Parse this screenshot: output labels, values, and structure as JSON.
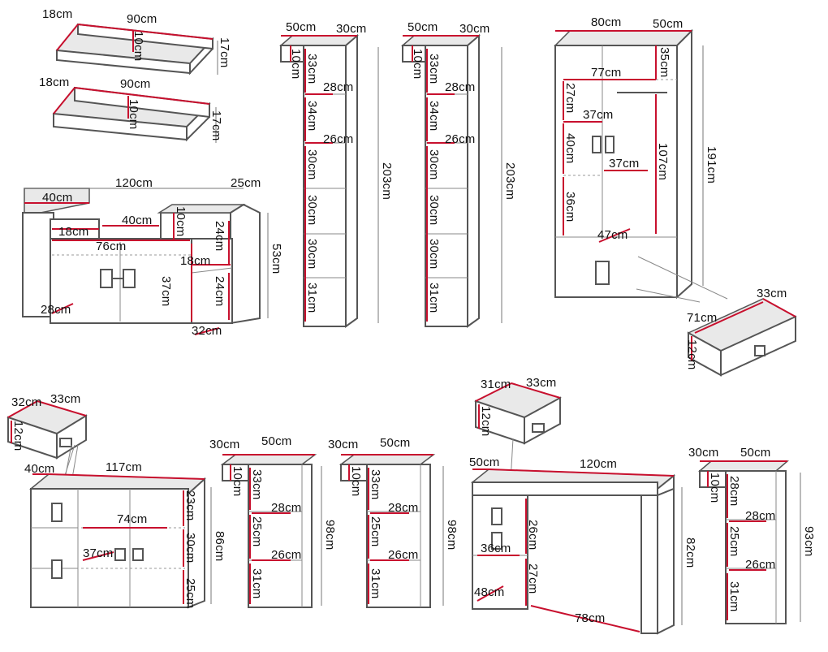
{
  "shelf_a": {
    "depth": "18cm",
    "width": "90cm",
    "thickness": "10cm",
    "height": "17cm"
  },
  "shelf_b": {
    "depth": "18cm",
    "width": "90cm",
    "thickness": "10cm",
    "height": "17cm"
  },
  "tv_cabinet": {
    "width": "120cm",
    "depth": "25cm",
    "top_left": "40cm",
    "inner_depth_a": "18cm",
    "middle_top": "40cm",
    "upper_niche": "10cm",
    "inner_width": "76cm",
    "side_shelf": "18cm",
    "niche_upper": "24cm",
    "niche_lower": "24cm",
    "door_height": "37cm",
    "height": "53cm",
    "base_depth": "28cm",
    "side_depth": "32cm"
  },
  "bookcase_1": {
    "width": "50cm",
    "depth": "30cm",
    "top_gap": "10cm",
    "h1": "33cm",
    "shelf_depth": "28cm",
    "h2": "34cm",
    "inner_width": "26cm",
    "h3": "30cm",
    "h4": "30cm",
    "h5": "30cm",
    "h6": "31cm",
    "height": "203cm"
  },
  "bookcase_2": {
    "width": "50cm",
    "depth": "30cm",
    "top_gap": "10cm",
    "h1": "33cm",
    "shelf_depth": "28cm",
    "h2": "34cm",
    "inner_width": "26cm",
    "h3": "30cm",
    "h4": "30cm",
    "h5": "30cm",
    "h6": "31cm",
    "height": "203cm"
  },
  "wardrobe": {
    "width": "80cm",
    "depth": "50cm",
    "top_height": "35cm",
    "inner_width": "77cm",
    "h1": "27cm",
    "shelf_width_a": "37cm",
    "h2": "40cm",
    "shelf_width_b": "37cm",
    "rail_height": "107cm",
    "height": "191cm",
    "h3": "36cm",
    "drawer_depth": "47cm"
  },
  "drawer_a": {
    "width": "33cm",
    "depth": "71cm",
    "height": "12cm"
  },
  "drawer_b": {
    "depth": "32cm",
    "width": "33cm",
    "height": "12cm"
  },
  "drawer_c": {
    "depth": "31cm",
    "width": "33cm",
    "height": "12cm"
  },
  "chest": {
    "depth": "40cm",
    "width": "117cm",
    "inner_width": "74cm",
    "h1": "23cm",
    "h2": "30cm",
    "h3": "25cm",
    "height": "86cm",
    "drawer_width": "37cm"
  },
  "low_shelf_1": {
    "depth": "30cm",
    "width": "50cm",
    "top_gap": "10cm",
    "h1": "33cm",
    "shelf_depth": "28cm",
    "h2": "25cm",
    "inner_width": "26cm",
    "h3": "31cm",
    "height": "98cm"
  },
  "low_shelf_2": {
    "depth": "30cm",
    "width": "50cm",
    "top_gap": "10cm",
    "h1": "33cm",
    "shelf_depth": "28cm",
    "h2": "25cm",
    "inner_width": "26cm",
    "h3": "31cm",
    "height": "98cm"
  },
  "desk": {
    "depth": "50cm",
    "width": "120cm",
    "h1": "26cm",
    "drawer_width": "36cm",
    "h2": "27cm",
    "base_depth": "48cm",
    "leg_space": "78cm",
    "height": "82cm"
  },
  "low_shelf_3": {
    "depth": "30cm",
    "width": "50cm",
    "top_gap": "10cm",
    "h1": "28cm",
    "shelf_depth": "28cm",
    "h2": "25cm",
    "inner_width": "26cm",
    "h3": "31cm",
    "height": "93cm"
  }
}
